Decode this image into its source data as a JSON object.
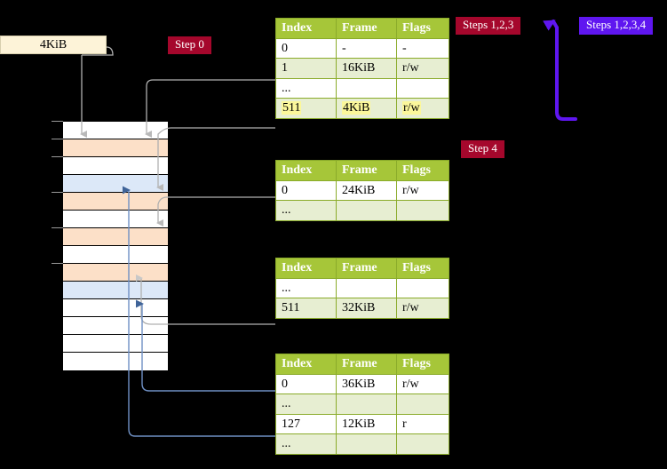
{
  "size_label": {
    "text": "4KiB"
  },
  "badges": [
    {
      "id": "step0",
      "label": "Step 0",
      "color": "#a5072c"
    },
    {
      "id": "steps123",
      "label": "Steps 1,2,3",
      "color": "#a5072c"
    },
    {
      "id": "steps1234",
      "label": "Steps 1,2,3,4",
      "color": "#5f16f0"
    },
    {
      "id": "step4",
      "label": "Step 4",
      "color": "#a5072c"
    }
  ],
  "memory": {
    "row_count": 14,
    "colors": {
      "white": "#ffffff",
      "orange": "#fce0c8",
      "blue": "#dce8f8"
    },
    "rows": [
      "white",
      "orange",
      "white",
      "blue",
      "orange",
      "white",
      "orange",
      "white",
      "orange",
      "blue",
      "white",
      "white",
      "white",
      "white"
    ]
  },
  "tables": [
    {
      "id": "table-0",
      "headers": [
        "Index",
        "Frame",
        "Flags"
      ],
      "rows": [
        {
          "style": "plain",
          "cells": [
            "0",
            "-",
            "-"
          ]
        },
        {
          "style": "alt",
          "cells": [
            "1",
            "16KiB",
            "r/w"
          ]
        },
        {
          "style": "plain",
          "cells": [
            "...",
            "",
            ""
          ]
        },
        {
          "style": "alt",
          "highlight": true,
          "cells": [
            "511",
            "4KiB",
            "r/w"
          ]
        }
      ]
    },
    {
      "id": "table-1",
      "headers": [
        "Index",
        "Frame",
        "Flags"
      ],
      "rows": [
        {
          "style": "plain",
          "cells": [
            "0",
            "24KiB",
            "r/w"
          ]
        },
        {
          "style": "alt",
          "cells": [
            "...",
            "",
            ""
          ]
        }
      ]
    },
    {
      "id": "table-2",
      "headers": [
        "Index",
        "Frame",
        "Flags"
      ],
      "rows": [
        {
          "style": "plain",
          "cells": [
            "...",
            "",
            ""
          ]
        },
        {
          "style": "alt",
          "cells": [
            "511",
            "32KiB",
            "r/w"
          ]
        }
      ]
    },
    {
      "id": "table-3",
      "headers": [
        "Index",
        "Frame",
        "Flags"
      ],
      "rows": [
        {
          "style": "plain",
          "cells": [
            "0",
            "36KiB",
            "r/w"
          ]
        },
        {
          "style": "alt",
          "cells": [
            "...",
            "",
            ""
          ]
        },
        {
          "style": "plain",
          "cells": [
            "127",
            "12KiB",
            "r"
          ]
        },
        {
          "style": "alt",
          "cells": [
            "...",
            "",
            ""
          ]
        }
      ]
    }
  ],
  "wire_colors": {
    "gray": "#b0b0b0",
    "blue": "#6f90c4",
    "violet": "#5f16f0"
  }
}
